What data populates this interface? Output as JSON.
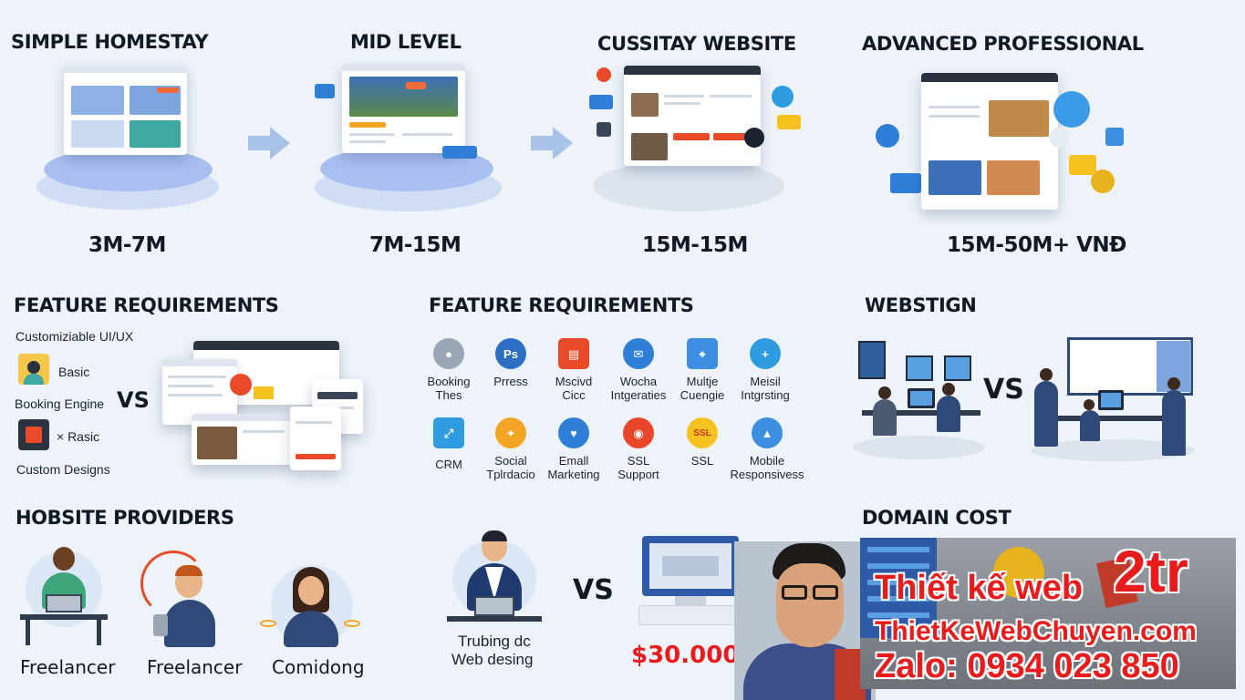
{
  "tiers": [
    {
      "title": "SIMPLE HOMESTAY",
      "price": "3M-7M"
    },
    {
      "title": "MID LEVEL",
      "price": "7M-15M"
    },
    {
      "title": "CUSSITAY WEBSITE",
      "price": "15M-15M"
    },
    {
      "title": "ADVANCED PROFESSIONAL",
      "price": "15M-50M+ VNĐ"
    }
  ],
  "feature_left": {
    "title": "FEATURE REQUIREMENTS",
    "items": [
      "Customiziable UI/UX",
      "Basic",
      "Booking Engine",
      "× Rasic",
      "Custom Designs"
    ],
    "vs": "VS"
  },
  "feature_center": {
    "title": "FEATURE REQUIREMENTS",
    "row1": [
      {
        "icon": "user-icon",
        "label1": "Booking",
        "label2": "Thes",
        "color": "#9aa6b4"
      },
      {
        "icon": "ps-icon",
        "label1": "Prress",
        "label2": "",
        "color": "#2e6fc4"
      },
      {
        "icon": "document-icon",
        "label1": "Mscivd",
        "label2": "Cicc",
        "color": "#e84a2a"
      },
      {
        "icon": "chat-icon",
        "label1": "Wocha",
        "label2": "Intgeraties",
        "color": "#2f7fd8"
      },
      {
        "icon": "map-icon",
        "label1": "Multje",
        "label2": "Cuengie",
        "color": "#3b8ee0"
      },
      {
        "icon": "plus-icon",
        "label1": "Meisil",
        "label2": "Intgrsting",
        "color": "#2f9be0"
      }
    ],
    "row2": [
      {
        "icon": "crm-icon",
        "label1": "CRM",
        "label2": "",
        "color": "#2f9be0"
      },
      {
        "icon": "social-icon",
        "label1": "Social",
        "label2": "Tplrdacio",
        "color": "#f2a623"
      },
      {
        "icon": "heart-icon",
        "label1": "Emall",
        "label2": "Marketing",
        "color": "#2f7fd8"
      },
      {
        "icon": "ssl-support-icon",
        "label1": "SSL",
        "label2": "Support",
        "color": "#e8452a"
      },
      {
        "icon": "ssl-icon",
        "label1": "SSL",
        "label2": "",
        "color": "#f5c21f"
      },
      {
        "icon": "mobile-icon",
        "label1": "Mobile",
        "label2": "Responsivess",
        "color": "#3b8ee0"
      }
    ]
  },
  "webstign": {
    "title": "WEBSTIGN",
    "vs": "VS"
  },
  "providers": {
    "title": "HOBSITE PROVIDERS",
    "items": [
      "Freelancer",
      "Freelancer",
      "Comidong"
    ],
    "vs": "VS",
    "agency_label1": "Trubing dc",
    "agency_label2": "Web desing",
    "price_partial": "$30.000Đ"
  },
  "domain": {
    "title": "DOMAIN COST"
  },
  "banner": {
    "line1_text": "Thiết kế web",
    "line1_big": "2tr",
    "line2": "ThietKeWebChuyen.com",
    "line3": "Zalo: 0934 023 850"
  }
}
